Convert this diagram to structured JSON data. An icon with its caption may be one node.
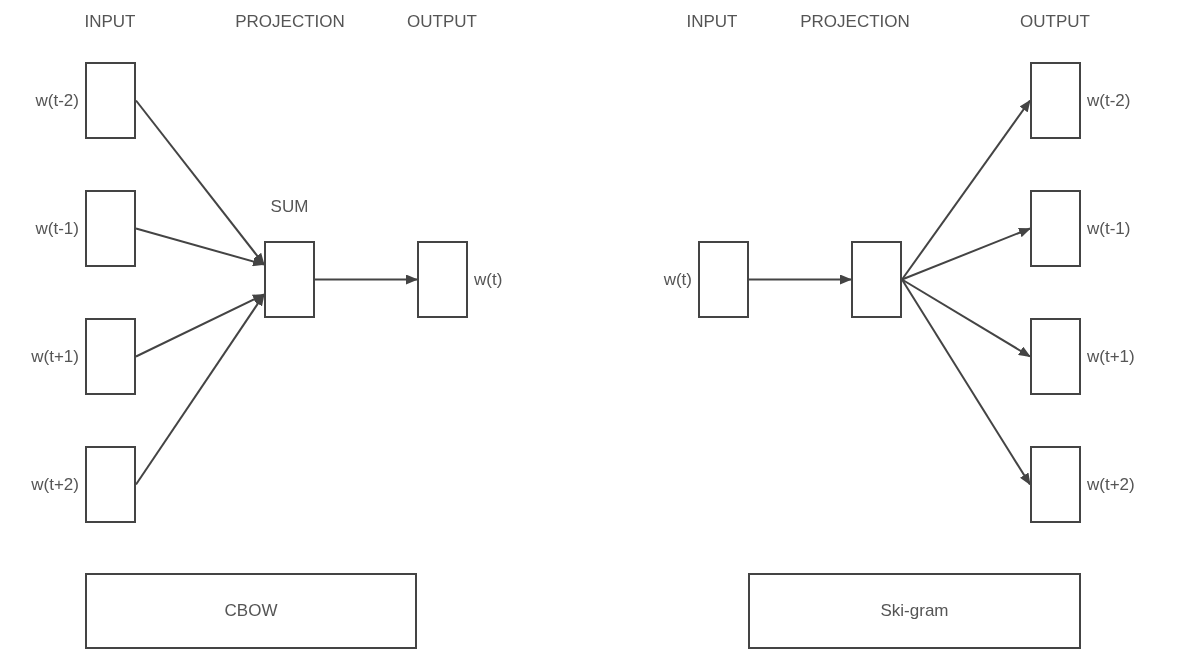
{
  "diagram": {
    "nodes": [
      {
        "text": [],
        "shape": "box",
        "beside": [
          "w(t-2)"
        ]
      },
      {
        "text": [],
        "shape": "box",
        "beside": [
          "w(t-1)"
        ]
      },
      {
        "text": [],
        "shape": "box",
        "beside": [
          "w(t+1)"
        ]
      },
      {
        "text": [],
        "shape": "box",
        "beside": [
          "w(t+2)"
        ]
      },
      {
        "text": [],
        "shape": "box",
        "beside": [
          "SUM"
        ]
      },
      {
        "text": [],
        "shape": "box",
        "beside": [
          "w(t)"
        ]
      },
      {
        "text": [],
        "shape": "box",
        "beside": [
          "w(t)"
        ]
      },
      {
        "text": [],
        "shape": "box"
      },
      {
        "text": [],
        "shape": "box",
        "beside": [
          "w(t-2)"
        ]
      },
      {
        "text": [],
        "shape": "box",
        "beside": [
          "w(t-1)"
        ]
      },
      {
        "text": [],
        "shape": "box",
        "beside": [
          "w(t+1)"
        ]
      },
      {
        "text": [],
        "shape": "box",
        "beside": [
          "w(t+2)"
        ]
      },
      {
        "text": [
          "CBOW"
        ]
      },
      {
        "text": [
          "Ski-gram"
        ]
      }
    ],
    "edges": [
      {
        "from": 0,
        "to": 4,
        "arrow": "to"
      },
      {
        "from": 1,
        "to": 4,
        "arrow": "to"
      },
      {
        "from": 2,
        "to": 4,
        "arrow": "to"
      },
      {
        "from": 3,
        "to": 4,
        "arrow": "to"
      },
      {
        "from": 4,
        "to": 5,
        "arrow": "to"
      },
      {
        "from": 6,
        "to": 7,
        "arrow": "to"
      },
      {
        "from": 7,
        "to": 8,
        "arrow": "to"
      },
      {
        "from": 7,
        "to": 9,
        "arrow": "to"
      },
      {
        "from": 7,
        "to": 10,
        "arrow": "to"
      },
      {
        "from": 7,
        "to": 11,
        "arrow": "to"
      }
    ],
    "labels": [
      "INPUT",
      "PROJECTION",
      "OUTPUT",
      "INPUT",
      "PROJECTION",
      "OUTPUT"
    ]
  }
}
